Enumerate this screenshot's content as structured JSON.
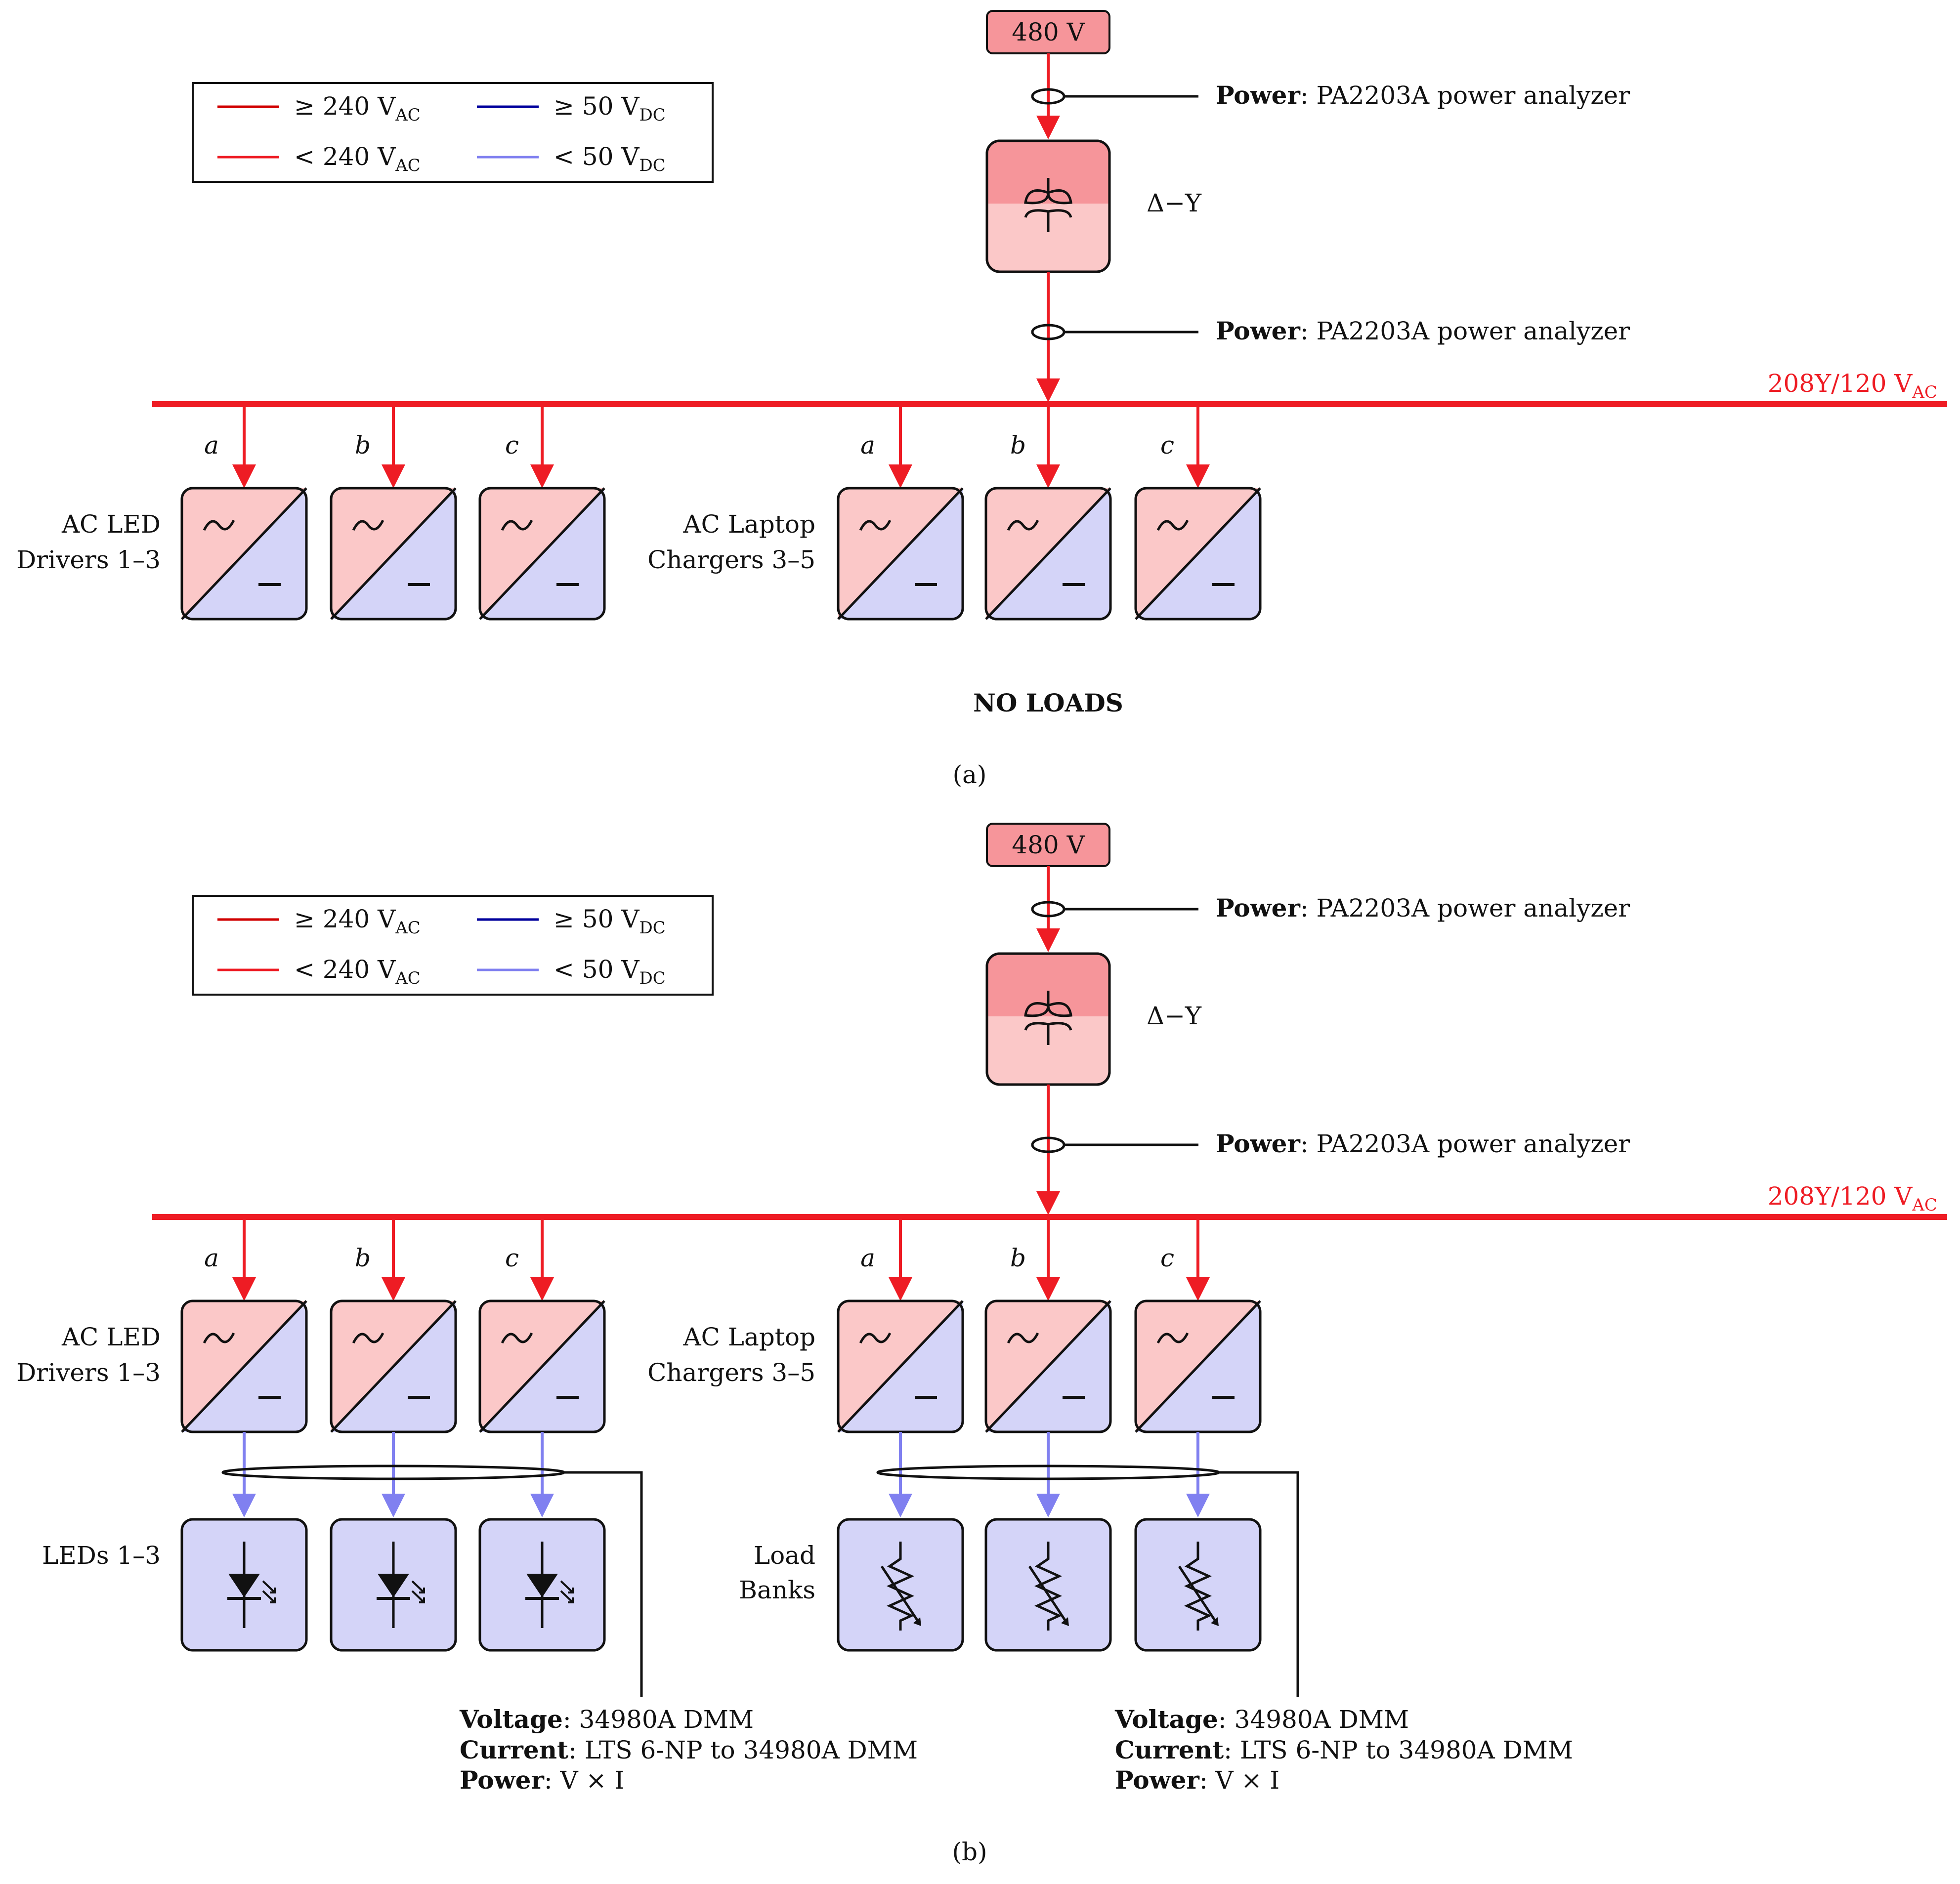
{
  "colors": {
    "ac_high": "#d00000",
    "ac_low": "#ee1c24",
    "dc_high": "#00009c",
    "dc_low": "#8080f0",
    "source_fill": "#f6959a",
    "ac_fill": "#fbc8c8",
    "dc_fill": "#d4d4f8"
  },
  "legend": {
    "ac_high": {
      "sym": "≥",
      "value": "240 V",
      "sub": "AC"
    },
    "dc_high": {
      "sym": "≥",
      "value": "50 V",
      "sub": "DC"
    },
    "ac_low": {
      "sym": "<",
      "value": "240 V",
      "sub": "AC"
    },
    "dc_low": {
      "sym": "<",
      "value": "50 V",
      "sub": "DC"
    }
  },
  "source_label": "480 V",
  "transformer_label": "Δ−Y",
  "power_meter": {
    "bold": "Power",
    "text": ": PA2203A power analyzer"
  },
  "bus_label": {
    "main": "208Y/120 V",
    "sub": "AC"
  },
  "phases": [
    "a",
    "b",
    "c",
    "a",
    "b",
    "c"
  ],
  "led_drivers_label": [
    "AC LED",
    "Drivers 1–3"
  ],
  "laptop_chargers_label": [
    "AC Laptop",
    "Chargers 3–5"
  ],
  "converter_icons": {
    "ac": "sine-wave-icon",
    "dc": "dc-line-icon"
  },
  "panel_a": {
    "caption": "(a)",
    "no_loads": "NO LOADS"
  },
  "panel_b": {
    "caption": "(b)",
    "leds_label": "LEDs 1–3",
    "load_banks_label": [
      "Load",
      "Banks"
    ],
    "dc_measurements": [
      {
        "bold": "Voltage",
        "text": ": 34980A DMM"
      },
      {
        "bold": "Current",
        "text": ": LTS 6-NP to 34980A DMM"
      },
      {
        "bold": "Power",
        "text": ": V × I"
      }
    ]
  }
}
